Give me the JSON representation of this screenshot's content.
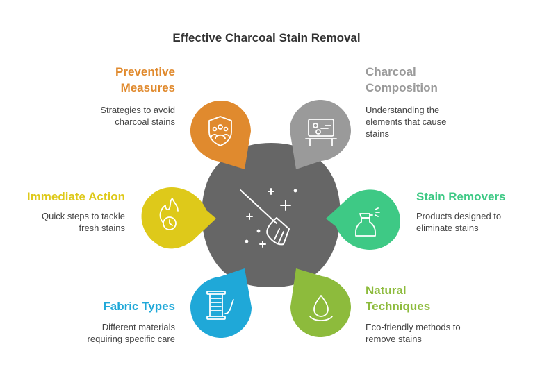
{
  "title": "Effective Charcoal Stain Removal",
  "colors": {
    "center": "#666666",
    "orange": "#E08A2E",
    "gray": "#9A9A9A",
    "yellow": "#DEC91A",
    "green": "#3EC985",
    "blue": "#1FA8D8",
    "olive": "#8DBB3C"
  },
  "items": [
    {
      "key": "preventive",
      "title": "Preventive\nMeasures",
      "desc": "Strategies to avoid\ncharcoal stains",
      "color": "#E08A2E",
      "icon": "family-shield-icon"
    },
    {
      "key": "composition",
      "title": "Charcoal\nComposition",
      "desc": "Understanding the\nelements that cause\nstains",
      "color": "#9A9A9A",
      "icon": "lab-board-icon"
    },
    {
      "key": "immediate",
      "title": "Immediate Action",
      "desc": "Quick steps to tackle\nfresh stains",
      "color": "#DEC91A",
      "icon": "fire-clock-icon"
    },
    {
      "key": "removers",
      "title": "Stain Removers",
      "desc": "Products designed to\neliminate stains",
      "color": "#3EC985",
      "icon": "spray-bottle-icon"
    },
    {
      "key": "fabric",
      "title": "Fabric Types",
      "desc": "Different materials\nrequiring specific care",
      "color": "#1FA8D8",
      "icon": "thread-spool-icon"
    },
    {
      "key": "natural",
      "title": "Natural\nTechniques",
      "desc": "Eco-friendly methods to\nremove stains",
      "color": "#8DBB3C",
      "icon": "water-drop-icon"
    }
  ],
  "center_icon": "broom-sparkle-icon"
}
